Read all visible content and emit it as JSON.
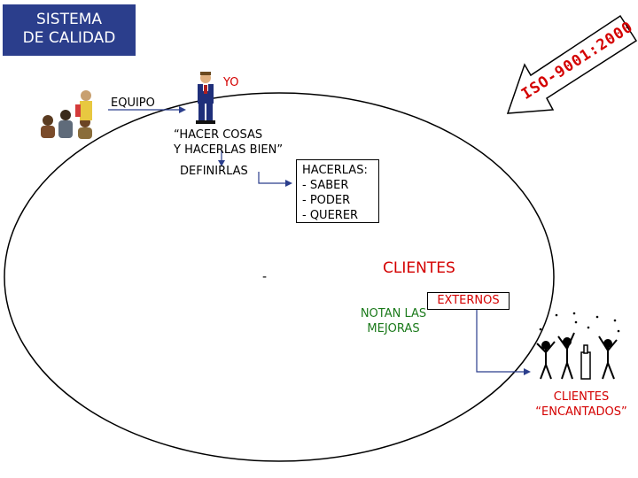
{
  "title": {
    "line1": "SISTEMA",
    "line2": "DE CALIDAD"
  },
  "yo": "YO",
  "equipo": "EQUIPO",
  "motto": {
    "line1": "“HACER COSAS",
    "line2": "Y HACERLAS BIEN”"
  },
  "definirlas": "DEFINIRLAS",
  "hacerlas": {
    "heading": "HACERLAS:",
    "items": [
      "- SABER",
      "- PODER",
      "- QUERER"
    ]
  },
  "clientes": "CLIENTES",
  "externos": "EXTERNOS",
  "notan": {
    "line1": "NOTAN LAS",
    "line2": "MEJORAS"
  },
  "encantados": {
    "line1": "CLIENTES",
    "line2": "“ENCANTADOS”"
  },
  "iso": "ISO-9001:2000",
  "dash": "-",
  "colors": {
    "title_bg": "#2b3e8c",
    "red": "#d40000",
    "green": "#1b7a1b"
  }
}
